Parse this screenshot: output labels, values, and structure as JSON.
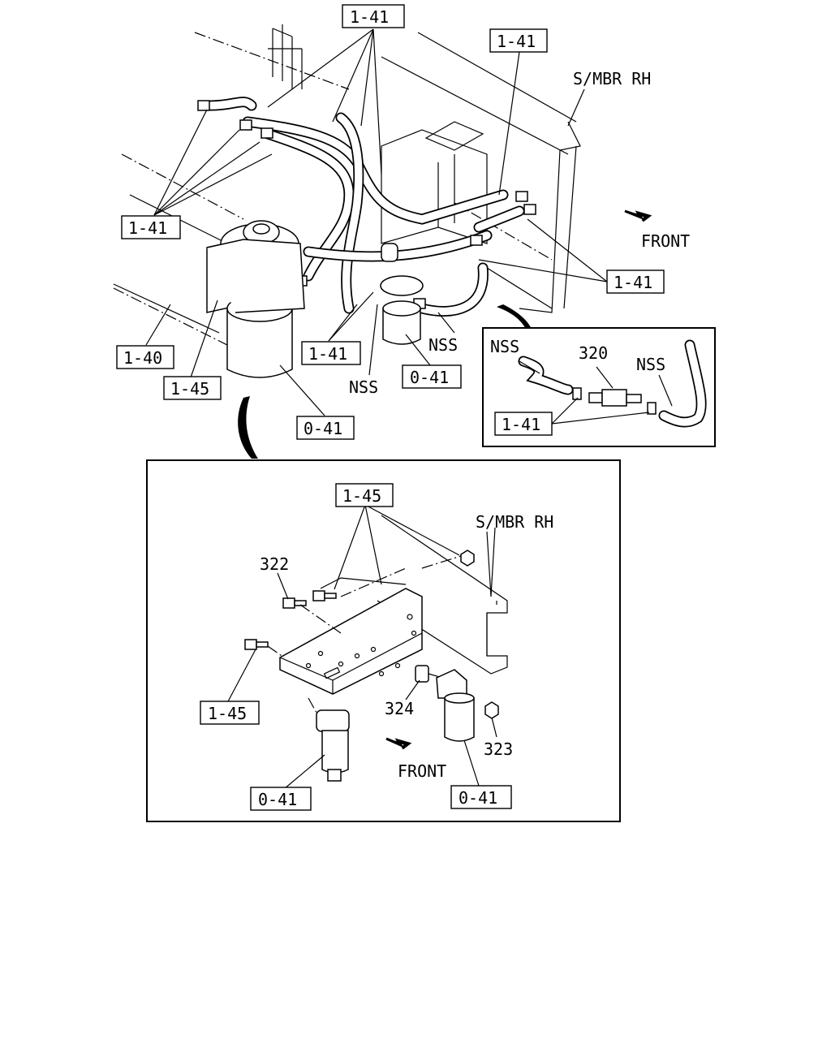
{
  "callouts": {
    "top_1_41_a": "1-41",
    "top_1_41_b": "1-41",
    "left_1_41": "1-41",
    "right_1_41": "1-41",
    "mid_1_41": "1-41",
    "c_1_40": "1-40",
    "c_1_45": "1-45",
    "c_0_41_a": "0-41",
    "c_0_41_b": "0-41",
    "nss_a": "NSS",
    "nss_b": "NSS",
    "smbr_top": "S/MBR RH",
    "front_top": "FRONT"
  },
  "inset_top": {
    "nss_left": "NSS",
    "part_320": "320",
    "nss_right": "NSS",
    "clamp_1_41": "1-41"
  },
  "inset_bottom": {
    "c_1_45_top": "1-45",
    "smbr": "S/MBR RH",
    "part_322": "322",
    "c_1_45_left": "1-45",
    "part_324": "324",
    "part_323": "323",
    "front": "FRONT",
    "c_0_41_left": "0-41",
    "c_0_41_right": "0-41"
  }
}
